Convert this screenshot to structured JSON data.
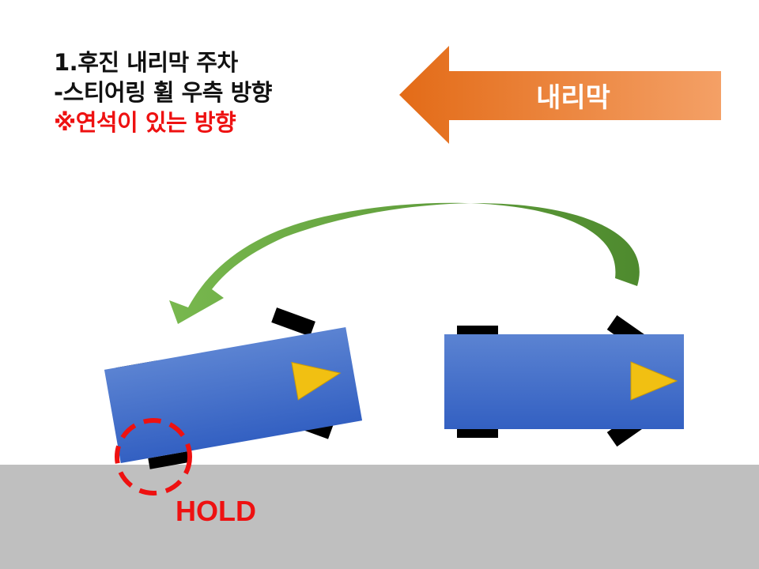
{
  "title": {
    "line1": "1.후진 내리막 주차",
    "line2": "-스티어링 휠 우측 방향",
    "line3": "※연석이 있는 방향"
  },
  "direction_arrow": {
    "label": "내리막",
    "colors": {
      "start": "#e36b17",
      "end": "#f4a066"
    }
  },
  "curved_arrow": {
    "color": "#5d9a3c"
  },
  "cars": [
    {
      "name": "parked-car",
      "body_color": "#3d6cc8",
      "tire_color": "#000000",
      "heading_marker_color": "#f1c012"
    },
    {
      "name": "starting-car",
      "body_color": "#3d6cc8",
      "tire_color": "#000000",
      "heading_marker_color": "#f1c012"
    }
  ],
  "curb": {
    "color": "#bfbfbf"
  },
  "hold": {
    "label": "HOLD",
    "color": "#ee1111"
  }
}
